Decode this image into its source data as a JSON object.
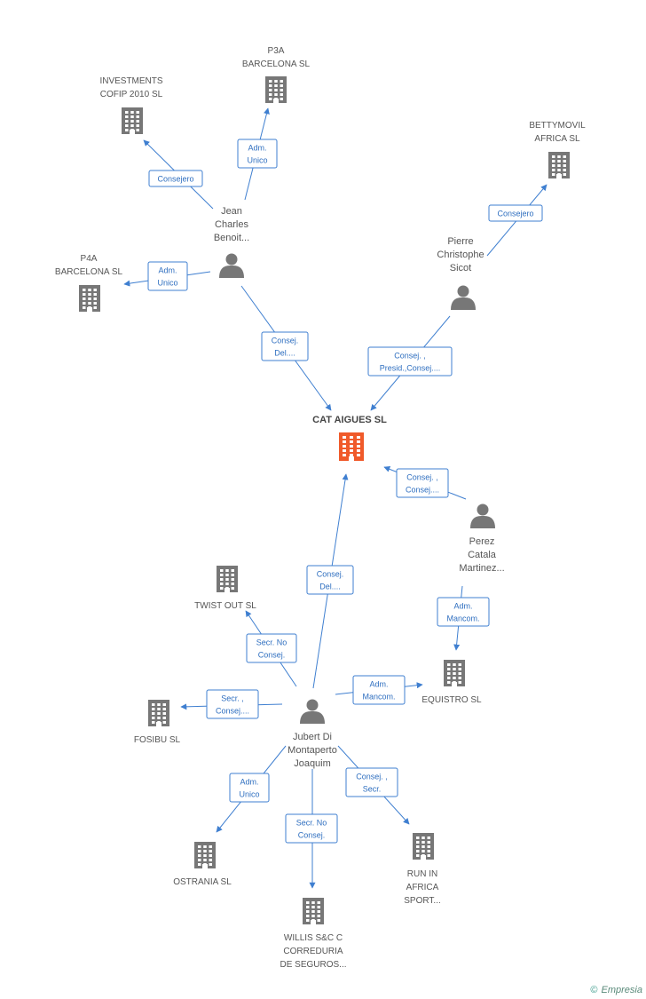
{
  "colors": {
    "edge": "#3f7fd0",
    "company": "#777777",
    "center": "#f05a2a",
    "person": "#777777"
  },
  "nodes": [
    {
      "id": "p3a",
      "kind": "company",
      "lines": [
        "P3A",
        "BARCELONA SL"
      ]
    },
    {
      "id": "investments",
      "kind": "company",
      "lines": [
        "INVESTMENTS",
        "COFIP 2010 SL"
      ]
    },
    {
      "id": "bettymovil",
      "kind": "company",
      "lines": [
        "BETTYMOVIL",
        "AFRICA SL"
      ]
    },
    {
      "id": "jean",
      "kind": "person",
      "lines": [
        "Jean",
        "Charles",
        "Benoit..."
      ]
    },
    {
      "id": "p4a",
      "kind": "company",
      "lines": [
        "P4A",
        "BARCELONA  SL"
      ]
    },
    {
      "id": "pierre",
      "kind": "person",
      "lines": [
        "Pierre",
        "Christophe",
        "Sicot"
      ]
    },
    {
      "id": "cat",
      "kind": "center",
      "lines": [
        "CAT AIGUES SL"
      ]
    },
    {
      "id": "perez",
      "kind": "person",
      "lines": [
        "Perez",
        "Catala",
        "Martinez..."
      ]
    },
    {
      "id": "twist",
      "kind": "company",
      "lines": [
        "TWIST OUT SL"
      ]
    },
    {
      "id": "equistro",
      "kind": "company",
      "lines": [
        "EQUISTRO  SL"
      ]
    },
    {
      "id": "fosibu",
      "kind": "company",
      "lines": [
        "FOSIBU SL"
      ]
    },
    {
      "id": "jubert",
      "kind": "person",
      "lines": [
        "Jubert Di",
        "Montaperto",
        "Joaquim"
      ]
    },
    {
      "id": "ostrania",
      "kind": "company",
      "lines": [
        "OSTRANIA SL"
      ]
    },
    {
      "id": "run",
      "kind": "company",
      "lines": [
        "RUN IN",
        "AFRICA",
        "SPORT..."
      ]
    },
    {
      "id": "willis",
      "kind": "company",
      "lines": [
        "WILLIS S&C C",
        "CORREDURIA",
        "DE SEGUROS..."
      ]
    }
  ],
  "edges": [
    {
      "id": "jean-p3a",
      "lines": [
        "Adm.",
        "Unico"
      ]
    },
    {
      "id": "jean-investments",
      "lines": [
        "Consejero"
      ]
    },
    {
      "id": "pierre-bettymovil",
      "lines": [
        "Consejero"
      ]
    },
    {
      "id": "jean-p4a",
      "lines": [
        "Adm.",
        "Unico"
      ]
    },
    {
      "id": "jean-cat",
      "lines": [
        "Consej.",
        "Del...."
      ]
    },
    {
      "id": "pierre-cat",
      "lines": [
        "Consej. ,",
        "Presid.,Consej...."
      ]
    },
    {
      "id": "perez-cat",
      "lines": [
        "Consej. ,",
        "Consej...."
      ]
    },
    {
      "id": "perez-equistro",
      "lines": [
        "Adm.",
        "Mancom."
      ]
    },
    {
      "id": "jubert-cat",
      "lines": [
        "Consej.",
        "Del...."
      ]
    },
    {
      "id": "jubert-twist",
      "lines": [
        "Secr.  No",
        "Consej."
      ]
    },
    {
      "id": "jubert-fosibu",
      "lines": [
        "Secr. ,",
        "Consej...."
      ]
    },
    {
      "id": "jubert-equistro",
      "lines": [
        "Adm.",
        "Mancom."
      ]
    },
    {
      "id": "jubert-ostrania",
      "lines": [
        "Adm.",
        "Unico"
      ]
    },
    {
      "id": "jubert-willis",
      "lines": [
        "Secr.  No",
        "Consej."
      ]
    },
    {
      "id": "jubert-run",
      "lines": [
        "Consej. ,",
        "Secr."
      ]
    }
  ],
  "watermark": {
    "copyright": "©",
    "brand": "Empresia"
  }
}
